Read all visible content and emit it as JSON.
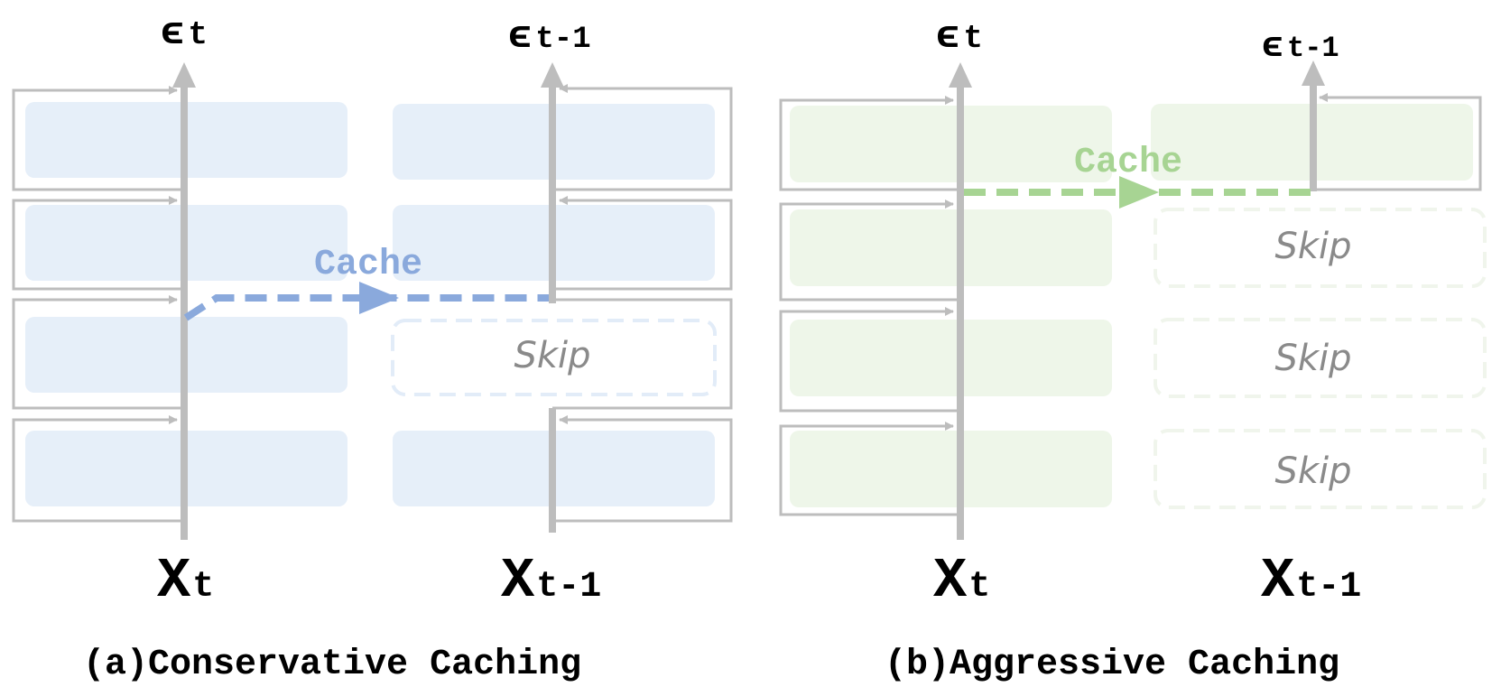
{
  "colors": {
    "rail": "#bdbdbd",
    "block_blue": "#e6eff9",
    "block_green": "#eef6e9",
    "cache_blue": "#8aa9dc",
    "cache_green": "#a7d493",
    "skip_blue_border": "#e2ecf8",
    "skip_green_border": "#f0f5ec",
    "skip_text": "#8a8a8a",
    "text": "#000000"
  },
  "panels": [
    {
      "caption_prefix": "(a)",
      "caption": "Conservative Caching",
      "cache_label": "Cache",
      "skip_label": "Skip",
      "left_top": "ϵ",
      "left_top_sub": "t",
      "right_top": "ϵ",
      "right_top_sub": "t-1",
      "left_bottom": "X",
      "left_bottom_sub": "t",
      "right_bottom": "X",
      "right_bottom_sub": "t-1",
      "skipped_blocks": 1
    },
    {
      "caption_prefix": "(b)",
      "caption": "Aggressive Caching",
      "cache_label": "Cache",
      "skip_label": "Skip",
      "left_top": "ϵ",
      "left_top_sub": "t",
      "right_top": "ϵ",
      "right_top_sub": "t-1",
      "left_bottom": "X",
      "left_bottom_sub": "t",
      "right_bottom": "X",
      "right_bottom_sub": "t-1",
      "skipped_blocks": 3
    }
  ]
}
